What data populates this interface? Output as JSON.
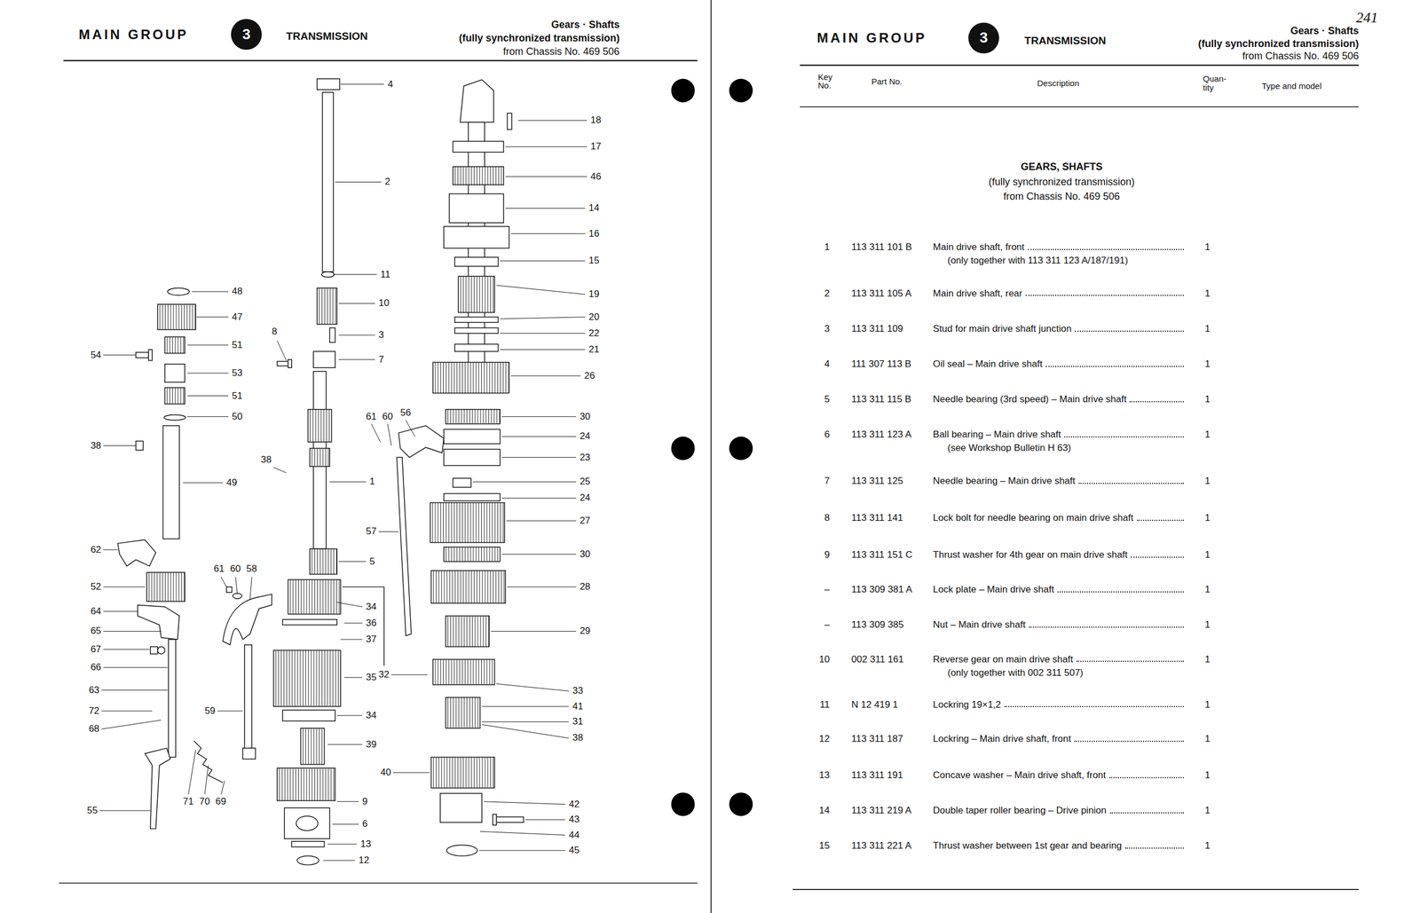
{
  "diagram": {
    "labels": [
      "MAIN GROUP",
      "3",
      "TRANSMISSION",
      "Gears · Shafts",
      "(fully synchronized transmission)",
      "from Chassis No. 469 506",
      "MAIN GROUP",
      "3",
      "TRANSMISSION",
      "Gears · Shafts",
      "(fully synchronized transmission)",
      "from Chassis No. 469 506",
      "241",
      "Key No.",
      "Part No.",
      "Description",
      "Quan- tity",
      "Type and model",
      "GEARS, SHAFTS",
      "(fully synchronized transmission)",
      "from Chassis No. 469 506",
      "1",
      "113 311 101 B",
      "Main drive shaft, front",
      "(only together with 113 311 123 A/187/191)",
      "1",
      "2",
      "113 311 105 A",
      "Main drive shaft, rear",
      "1",
      "3",
      "113 311 109",
      "Stud for main drive shaft junction",
      "1",
      "4",
      "111 307 113 B",
      "Oil seal – Main drive shaft",
      "1",
      "5",
      "113 311 115 B",
      "Needle bearing (3rd speed) – Main drive shaft",
      "1",
      "6",
      "113 311 123 A",
      "Ball bearing – Main drive shaft",
      "(see Workshop Bulletin H 63)",
      "1",
      "7",
      "113 311 125",
      "Needle bearing – Main drive shaft",
      "1",
      "8",
      "113 311 141",
      "Lock bolt for needle bearing on main drive shaft",
      "1",
      "9",
      "113 311 151 C",
      "Thrust washer for 4th gear on main drive shaft",
      "1",
      "–",
      "113 309 381 A",
      "Lock plate – Main drive shaft",
      "1",
      "–",
      "113 309 385",
      "Nut – Main drive shaft",
      "1",
      "10",
      "002 311 161",
      "Reverse gear on main drive shaft",
      "(only together with 002 311 507)",
      "1",
      "11",
      "N 12 419 1",
      "Lockring 19×1,2",
      "1",
      "12",
      "113 311 187",
      "Lockring – Main drive shaft, front",
      "1",
      "13",
      "113 311 191",
      "Concave washer – Main drive shaft, front",
      "1",
      "14",
      "113 311 219 A",
      "Double taper roller bearing – Drive pinion",
      "1",
      "15",
      "113 311 221 A",
      "Thrust washer between 1st gear and bearing",
      "1",
      "4",
      "2",
      "11",
      "10",
      "3",
      "7",
      "8",
      "1",
      "38",
      "5",
      "34",
      "36",
      "37",
      "35",
      "34",
      "39",
      "9",
      "6",
      "13",
      "12",
      "61",
      "60",
      "58",
      "59",
      "48",
      "47",
      "51",
      "53",
      "51",
      "50",
      "49",
      "54",
      "38",
      "62",
      "52",
      "64",
      "65",
      "67",
      "66",
      "63",
      "72",
      "68",
      "55",
      "71",
      "70",
      "69",
      "18",
      "17",
      "46",
      "14",
      "16",
      "15",
      "19",
      "20",
      "22",
      "21",
      "26",
      "30",
      "24",
      "23",
      "25",
      "24",
      "27",
      "30",
      "28",
      "29",
      "33",
      "41",
      "31",
      "38",
      "40",
      "42",
      "43",
      "44",
      "45",
      "61",
      "60",
      "56",
      "57",
      "32"
    ]
  }
}
